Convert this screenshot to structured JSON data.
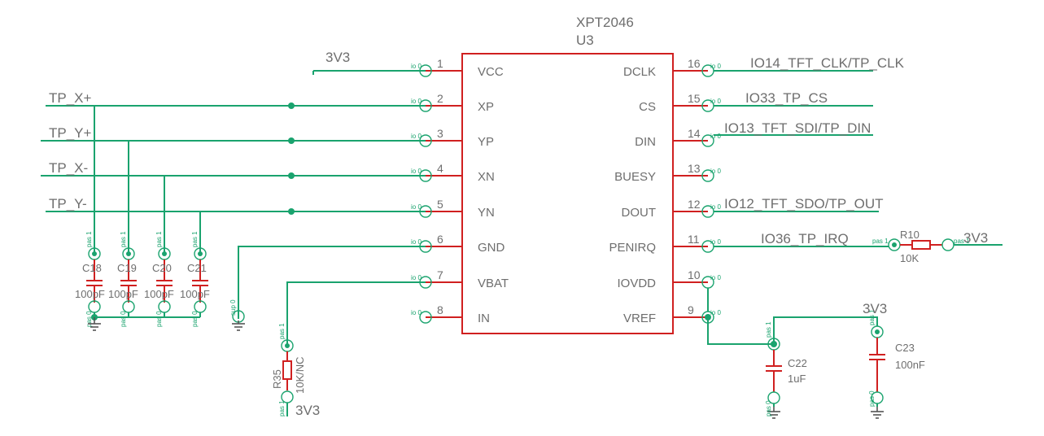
{
  "chip": {
    "name": "XPT2046",
    "ref": "U3"
  },
  "pins_left": [
    {
      "num": "1",
      "label": "VCC"
    },
    {
      "num": "2",
      "label": "XP"
    },
    {
      "num": "3",
      "label": "YP"
    },
    {
      "num": "4",
      "label": "XN"
    },
    {
      "num": "5",
      "label": "YN"
    },
    {
      "num": "6",
      "label": "GND"
    },
    {
      "num": "7",
      "label": "VBAT"
    },
    {
      "num": "8",
      "label": "IN"
    }
  ],
  "pins_right": [
    {
      "num": "16",
      "label": "DCLK"
    },
    {
      "num": "15",
      "label": "CS"
    },
    {
      "num": "14",
      "label": "DIN"
    },
    {
      "num": "13",
      "label": "BUESY"
    },
    {
      "num": "12",
      "label": "DOUT"
    },
    {
      "num": "11",
      "label": "PENIRQ"
    },
    {
      "num": "10",
      "label": "IOVDD"
    },
    {
      "num": "9",
      "label": "VREF"
    }
  ],
  "pin_tags": {
    "io": "io 0",
    "pas0": "pas 0",
    "pas1": "pas 1",
    "sup": "sup 0"
  },
  "nets_left": {
    "vcc": "3V3",
    "xp": "TP_X+",
    "yp": "TP_Y+",
    "xn": "TP_X-",
    "yn": "TP_Y-"
  },
  "nets_right": {
    "dclk": "IO14_TFT_CLK/TP_CLK",
    "cs": "IO33_TP_CS",
    "din": "IO13_TFT_SDI/TP_DIN",
    "dout": "IO12_TFT_SDO/TP_OUT",
    "penirq": "IO36_TP_IRQ",
    "pullup": "3V3",
    "vref": "3V3"
  },
  "components": {
    "c18": {
      "ref": "C18",
      "value": "100pF"
    },
    "c19": {
      "ref": "C19",
      "value": "100pF"
    },
    "c20": {
      "ref": "C20",
      "value": "100pF"
    },
    "c21": {
      "ref": "C21",
      "value": "100pF"
    },
    "c22": {
      "ref": "C22",
      "value": "1uF"
    },
    "c23": {
      "ref": "C23",
      "value": "100nF"
    },
    "r10": {
      "ref": "R10",
      "value": "10K"
    },
    "r35": {
      "ref": "R35",
      "value": "10K/NC",
      "net": "3V3"
    }
  },
  "colors": {
    "wire": "#1aa36e",
    "symbol": "#d02020",
    "text": "#6e6e6e",
    "ground": "#555555"
  }
}
